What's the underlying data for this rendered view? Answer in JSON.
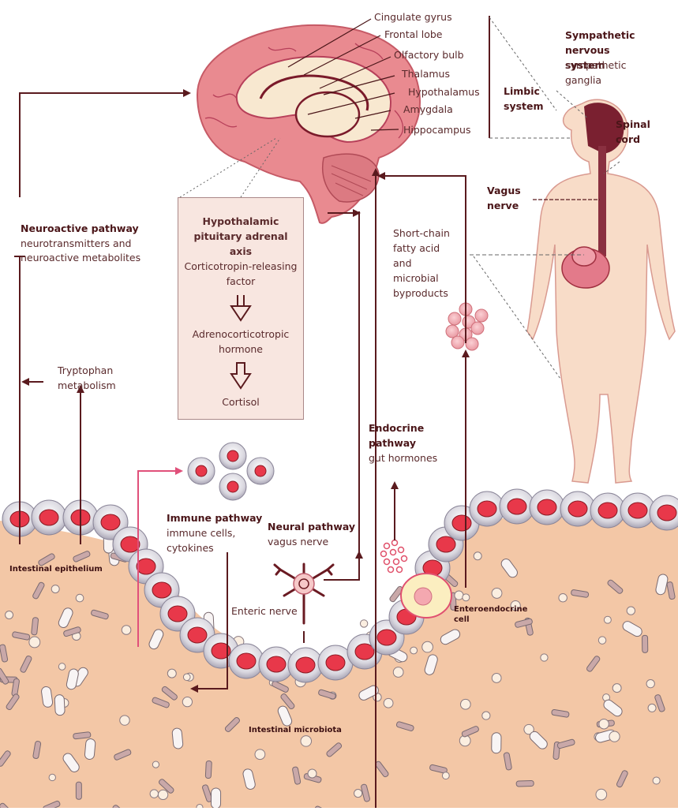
{
  "colors": {
    "arrow": "#5a1a1e",
    "immune_arrow": "#e0507a",
    "brain": "#e98a90",
    "brain_inner": "#f8e8d0",
    "tissue": "#f3c7a6",
    "cell_gray": "#d8d6de",
    "nucleus": "#e8384a",
    "hpa_box": "#f8e6e0",
    "body_skin": "#f8dcc8"
  },
  "brain_labels": [
    "Cingulate gyrus",
    "Frontal lobe",
    "Olfactory bulb",
    "Thalamus",
    "Hypothalamus",
    "Amygdala",
    "Hippocampus"
  ],
  "limbic": {
    "title": "Limbic system"
  },
  "sympathetic": {
    "title": "Sympathetic nervous system",
    "subtitle": "sympathetic ganglia"
  },
  "spinal": {
    "title": "Spinal cord"
  },
  "vagus": {
    "title": "Vagus nerve"
  },
  "neuroactive": {
    "title": "Neuroactive pathway",
    "line1": "neurotransmitters and",
    "line2": "neuroactive metabolites"
  },
  "tryptophan": {
    "line1": "Tryptophan",
    "line2": "metabolism"
  },
  "hpa": {
    "title1": "Hypothalamic",
    "title2": "pituitary adrenal",
    "title3": "axis",
    "step1a": "Corticotropin-releasing",
    "step1b": "factor",
    "step2a": "Adrenocorticotropic",
    "step2b": "hormone",
    "step3": "Cortisol"
  },
  "scfa": {
    "line1": "Short-chain",
    "line2": "fatty acid",
    "line3": "and",
    "line4": "microbial",
    "line5": "byproducts"
  },
  "endocrine": {
    "title1": "Endocrine",
    "title2": "pathway",
    "subtitle": "gut hormones"
  },
  "immune": {
    "title": "Immune pathway",
    "line1": "immune cells,",
    "line2": "cytokines"
  },
  "neural": {
    "title": "Neural pathway",
    "subtitle": "vagus nerve"
  },
  "enteric": {
    "label": "Enteric nerve"
  },
  "epithelium": {
    "label": "Intestinal epithelium"
  },
  "enteroendocrine": {
    "line1": "Enteroendocrine",
    "line2": "cell"
  },
  "microbiota": {
    "label": "Intestinal microbiota"
  }
}
